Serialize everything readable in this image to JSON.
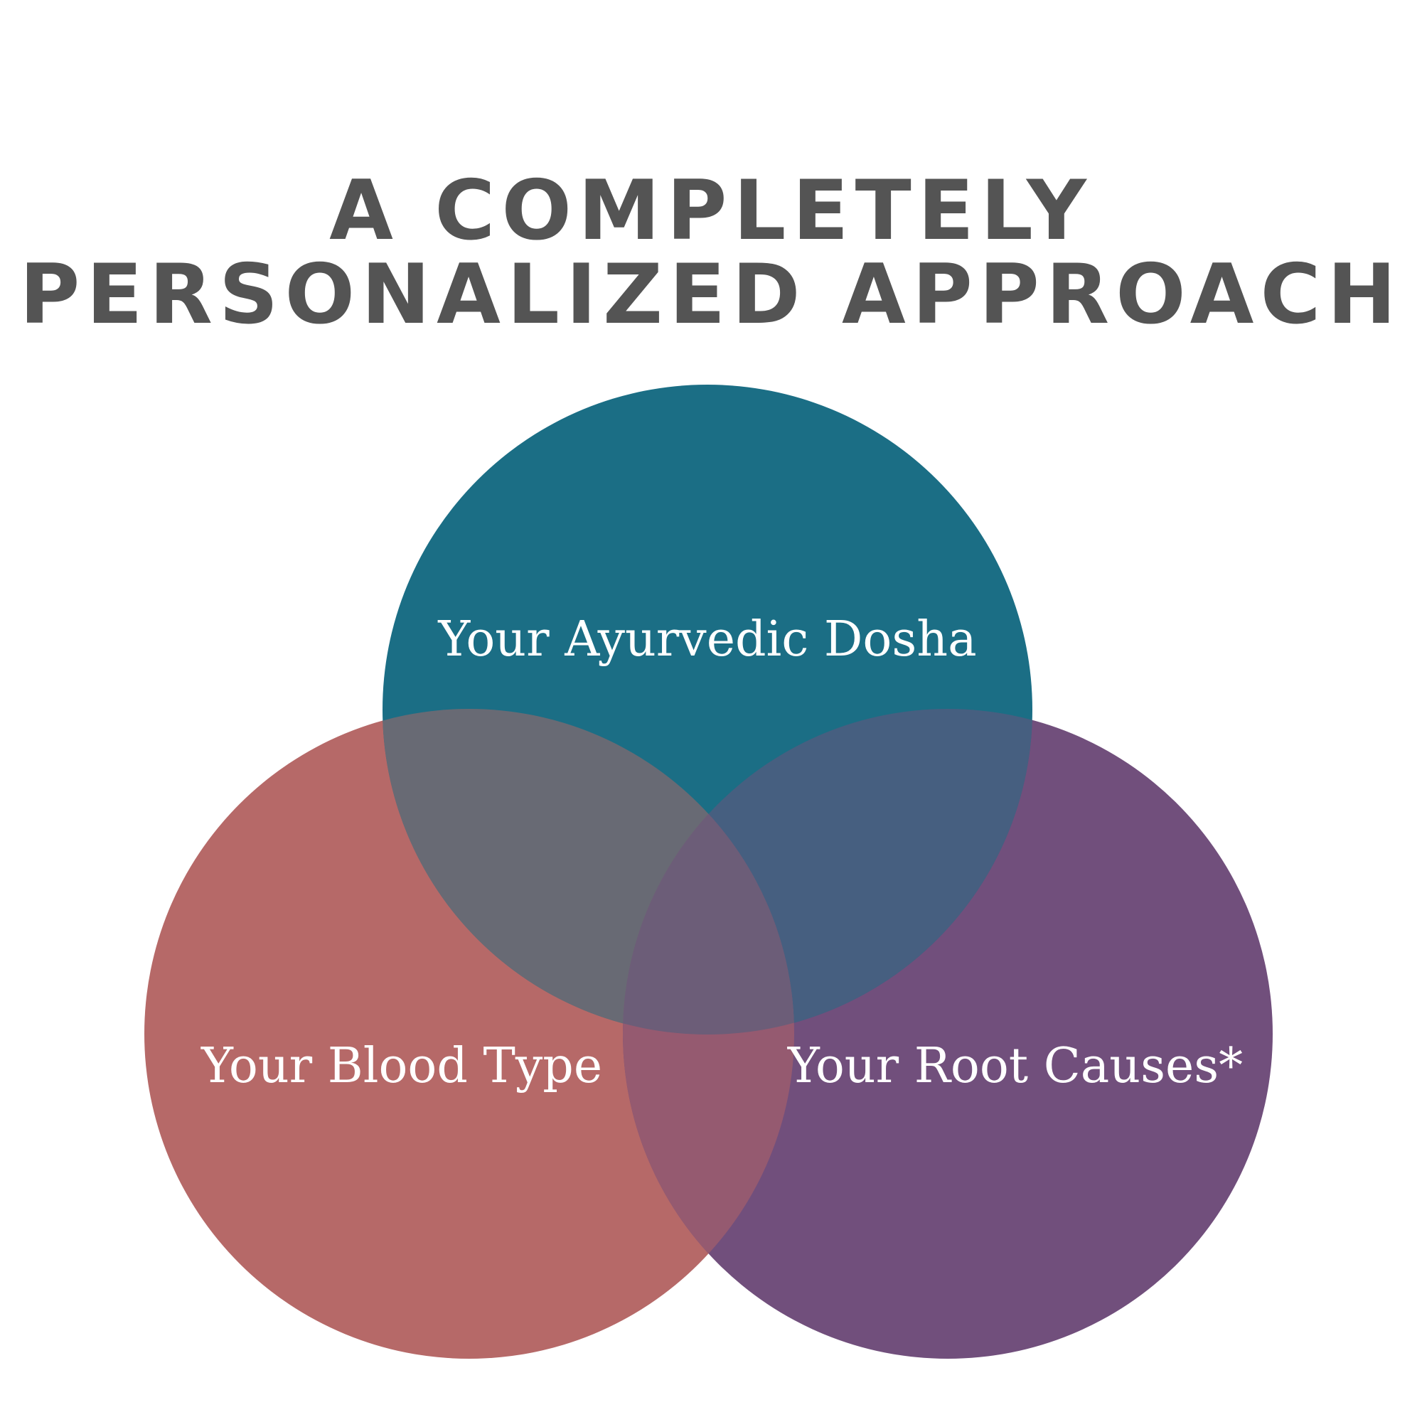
{
  "title": {
    "line1": "A COMPLETELY",
    "line2": "PERSONALIZED APPROACH"
  },
  "circles": {
    "top": {
      "label": "Your Ayurvedic Dosha",
      "color": "#1b6e85"
    },
    "left": {
      "label": "Your Blood Type",
      "color": "#b66968"
    },
    "right": {
      "label": "Your Root Causes*",
      "color": "#714f7c"
    }
  },
  "overlap_colors": {
    "top_left": "#686a74",
    "top_right": "#465f80",
    "left_right": "#955a70",
    "center": "#6c5d78"
  }
}
